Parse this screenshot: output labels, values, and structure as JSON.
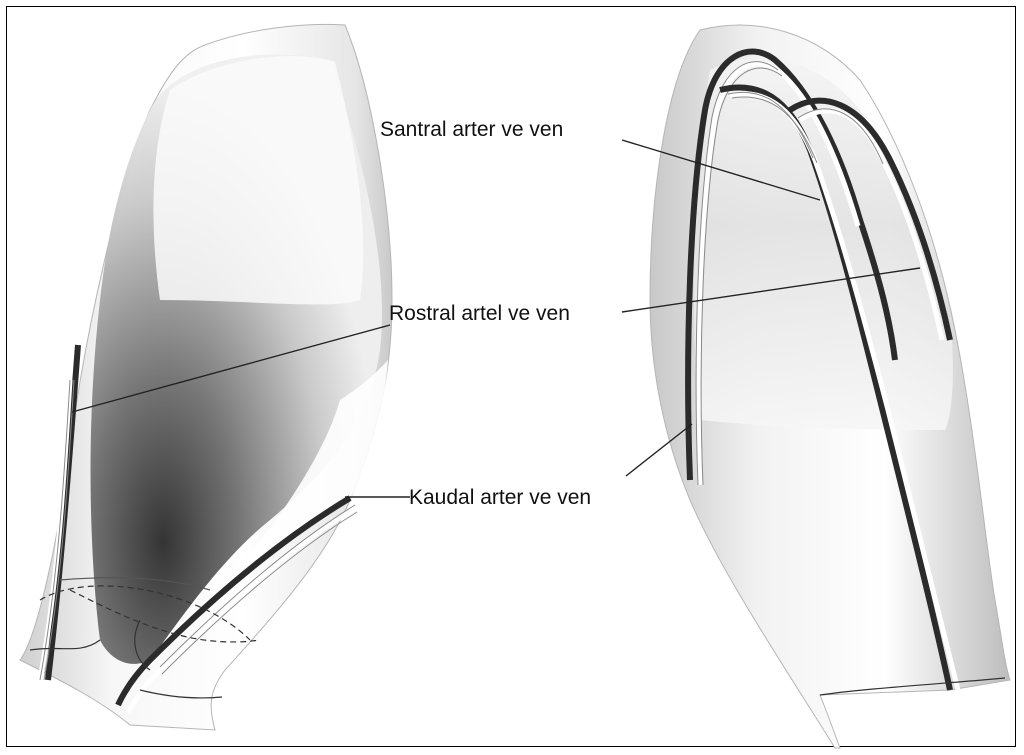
{
  "labels": {
    "santral": "Santral arter ve ven",
    "rostral": "Rostral artel ve ven",
    "kaudal": "Kaudal arter ve ven"
  },
  "colors": {
    "vessel_dark": "#2b2b2b",
    "vessel_light": "#ffffff",
    "outline": "#8a8a8a",
    "shadow": "#333333"
  }
}
